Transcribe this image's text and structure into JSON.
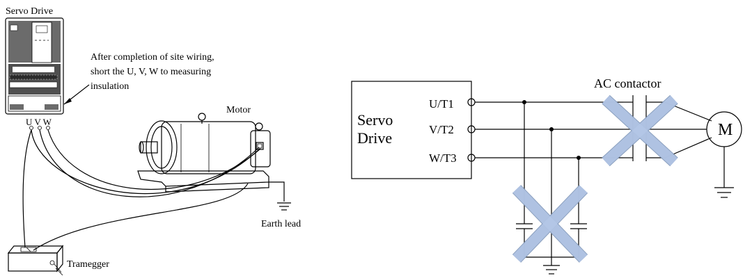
{
  "left_diagram": {
    "drive_label": "Servo Drive",
    "note_line1": "After completion of site wiring,",
    "note_line2": "short the U, V, W to measuring",
    "note_line3": "insulation",
    "terminals": "U V W",
    "motor_label": "Motor",
    "earth_label": "Earth lead",
    "tester_label": "Tramegger"
  },
  "right_diagram": {
    "drive_line1": "Servo",
    "drive_line2": "Drive",
    "term_u": "U/T1",
    "term_v": "V/T2",
    "term_w": "W/T3",
    "contactor_label": "AC contactor",
    "motor_symbol": "M"
  },
  "colors": {
    "cross_fill": "#b4c7e7",
    "cross_edge": "#7f96b8",
    "drive_panel": "#5a5a5a"
  },
  "icons": [
    "servo-drive-icon",
    "motor-icon",
    "ground-icon",
    "tramegger-icon",
    "capacitor-icon",
    "contactor-icon"
  ]
}
